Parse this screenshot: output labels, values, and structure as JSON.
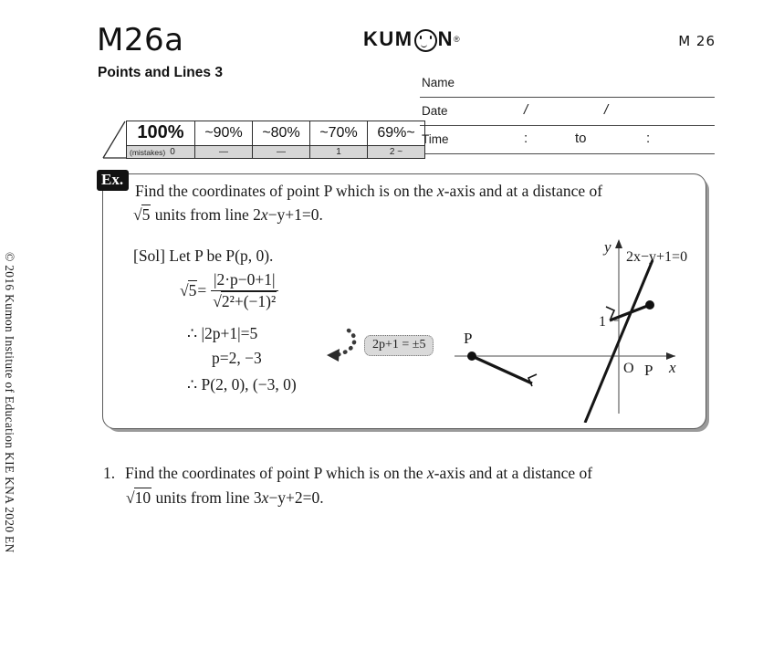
{
  "copyright": "© 2016 Kumon Institute of Education  KIE KNA 2020 EN",
  "header": {
    "worksheet_code": "M26a",
    "worksheet_title": "Points and Lines 3",
    "brand": {
      "part1": "KUM",
      "part2": "N",
      "registered": "®"
    },
    "level_code": "M 26"
  },
  "info_block": {
    "name_label": "Name",
    "date_label": "Date",
    "date_sep1": "/",
    "date_sep2": "/",
    "time_label": "Time",
    "time_colon1": ":",
    "time_to": "to",
    "time_colon2": ":"
  },
  "score_table": {
    "mistakes_label": "(mistakes)",
    "cells": [
      {
        "percent": "100%",
        "mistakes": "0"
      },
      {
        "percent": "~90%",
        "mistakes": "—"
      },
      {
        "percent": "~80%",
        "mistakes": "—"
      },
      {
        "percent": "~70%",
        "mistakes": "1"
      },
      {
        "percent": "69%~",
        "mistakes": "2 ~"
      }
    ]
  },
  "example": {
    "badge": "Ex.",
    "statement_line1": "Find the coordinates of point P which is on the ",
    "statement_x": "x",
    "statement_line1b": "-axis and at a distance of",
    "statement_line2_pre": "units from line 2",
    "statement_line2_x": "x",
    "statement_line2_post": "−y+1=0.",
    "radicand1": "5",
    "sol_label": "[Sol]",
    "sol_text": "Let P be P(p, 0).",
    "equation": {
      "lhs_radicand": "5",
      "equals": "=",
      "numerator": "|2·p−0+1|",
      "denominator_radicand": "2²+(−1)²"
    },
    "step_abs": "∴  |2p+1|=5",
    "step_p": "p=2, −3",
    "step_answer": "∴  P(2, 0), (−3, 0)",
    "hint": "2p+1 = ±5"
  },
  "graph": {
    "y_label": "y",
    "x_label": "x",
    "origin_label": "O",
    "tick_label": "1",
    "line_label": "2x−y+1=0",
    "point_left_label": "P",
    "point_right_label": "P"
  },
  "question1": {
    "number": "1.",
    "text_pre": "Find the coordinates of point P which is on the ",
    "text_x": "x",
    "text_post": "-axis and at a distance of",
    "radicand": "10",
    "line2_pre": "units from line 3",
    "line2_x": "x",
    "line2_post": "−y+2=0."
  },
  "colors": {
    "ink": "#1a1a1a",
    "rule": "#4a4a4a",
    "table_border": "#2b2b2b",
    "mistake_row_bg": "#d6d6d6",
    "hint_bg": "#dadada",
    "box_shadow": "#9b9b9b"
  }
}
